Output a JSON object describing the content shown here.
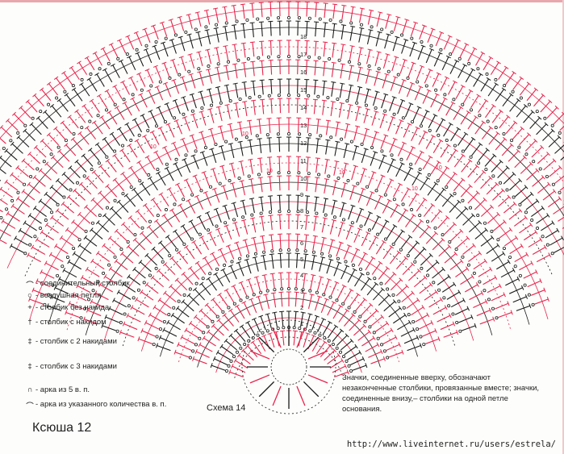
{
  "colors": {
    "red": "#e8234c",
    "black": "#1a1a1a",
    "pink_strip": "#e8a6ad"
  },
  "diagram": {
    "round_numbers": [
      "1",
      "2",
      "3",
      "4",
      "5",
      "6",
      "7",
      "8",
      "9",
      "10",
      "11",
      "12",
      "13",
      "14",
      "15",
      "16",
      "17",
      "18"
    ],
    "chain_label": "10"
  },
  "legend": [
    {
      "icon": "slip-stitch-icon",
      "symbol": "⌒",
      "label": "- соединительный столбик"
    },
    {
      "icon": "chain-icon",
      "symbol": "○",
      "label": "- воздушная петля"
    },
    {
      "icon": "single-crochet-icon",
      "symbol": "+",
      "label": "- столбик без накида"
    },
    {
      "icon": "double-crochet-icon",
      "symbol": "†",
      "label": "- столбик с накидом"
    },
    {
      "icon": "double-treble-icon",
      "symbol": "‡",
      "label": "- столбик с 2 накидами"
    },
    {
      "icon": "triple-treble-icon",
      "symbol": "‡",
      "label": "- столбик с 3 накидами"
    },
    {
      "icon": "arch-5-chain-icon",
      "symbol": "∩",
      "label": "- арка из 5 в. п."
    },
    {
      "icon": "arch-chain-icon",
      "symbol": "⌒",
      "label": "- арка из указанного количества в. п."
    }
  ],
  "note": "Значки, соединенные вверху, обозначают незаконченные столбики, провязанные вместе; значки, соединенные внизу,– столбики на одной петле основания.",
  "scheme_label": "Схема 14",
  "title": "Ксюша 12",
  "url": "http://www.liveinternet.ru/users/estrela/"
}
